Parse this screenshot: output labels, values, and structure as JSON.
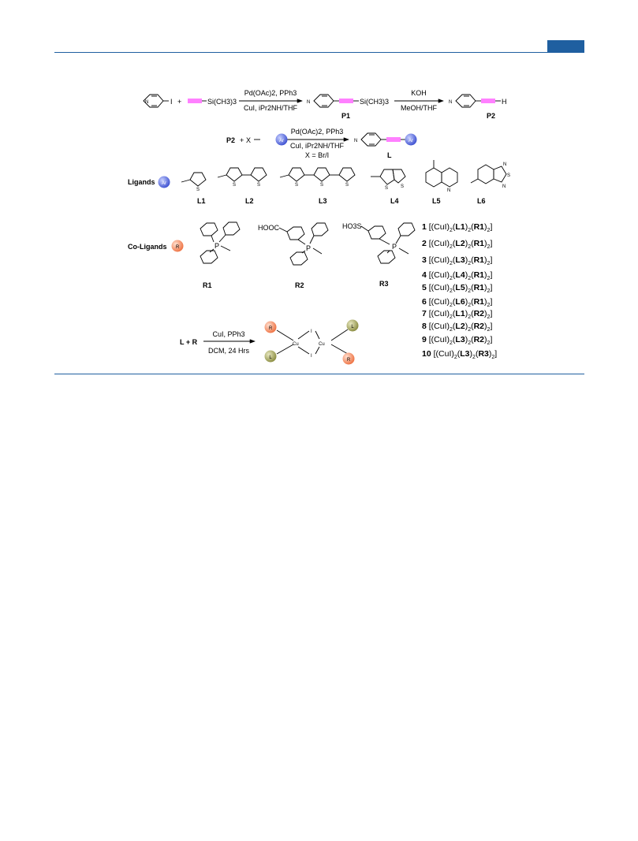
{
  "header": {
    "accent_color": "#1f5fa0"
  },
  "scheme": {
    "row1": {
      "plus": "+",
      "iodo": "I",
      "tms": "Si(CH3)3",
      "cond1_top": "Pd(OAc)2, PPh3",
      "cond1_bottom": "CuI, iPr2NH/THF",
      "product1_label": "P1",
      "cond2_top": "KOH",
      "cond2_bottom": "MeOH/THF",
      "product2_label": "P2",
      "terminal_h": "H"
    },
    "row2": {
      "reactant": "P2",
      "plus": "+",
      "x": "X",
      "cond_top": "Pd(OAc)2, PPh3",
      "cond_mid": "CuI, iPr2NH/THF",
      "cond_bottom": "X = Br/I",
      "product_label": "L",
      "ar": "Ar"
    },
    "ligands": {
      "title": "Ligands",
      "labels": [
        "L1",
        "L2",
        "L3",
        "L4",
        "L5",
        "L6"
      ]
    },
    "co_ligands": {
      "title": "Co-Ligands",
      "r": "R",
      "labels": [
        "R1",
        "R2",
        "R3"
      ],
      "cooh": "HOOC",
      "so3h": "HO3S"
    },
    "reaction": {
      "lhs": "L + R",
      "cond_top": "CuI, PPh3",
      "cond_bottom": "DCM, 24 Hrs"
    },
    "colors": {
      "alkyne": "#ff00ff",
      "ar_ball": "#4a5fd8",
      "r_ball": "#f08050",
      "l_ball": "#9a9c50"
    }
  },
  "compounds": [
    {
      "num": "1",
      "l": "L1",
      "r": "R1"
    },
    {
      "num": "2",
      "l": "L2",
      "r": "R1"
    },
    {
      "num": "3",
      "l": "L3",
      "r": "R1"
    },
    {
      "num": "4",
      "l": "L4",
      "r": "R1"
    },
    {
      "num": "5",
      "l": "L5",
      "r": "R1"
    },
    {
      "num": "6",
      "l": "L6",
      "r": "R1"
    },
    {
      "num": "7",
      "l": "L1",
      "r": "R2"
    },
    {
      "num": "8",
      "l": "L2",
      "r": "R2"
    },
    {
      "num": "9",
      "l": "L3",
      "r": "R2"
    },
    {
      "num": "10",
      "l": "L3",
      "r": "R3"
    }
  ]
}
